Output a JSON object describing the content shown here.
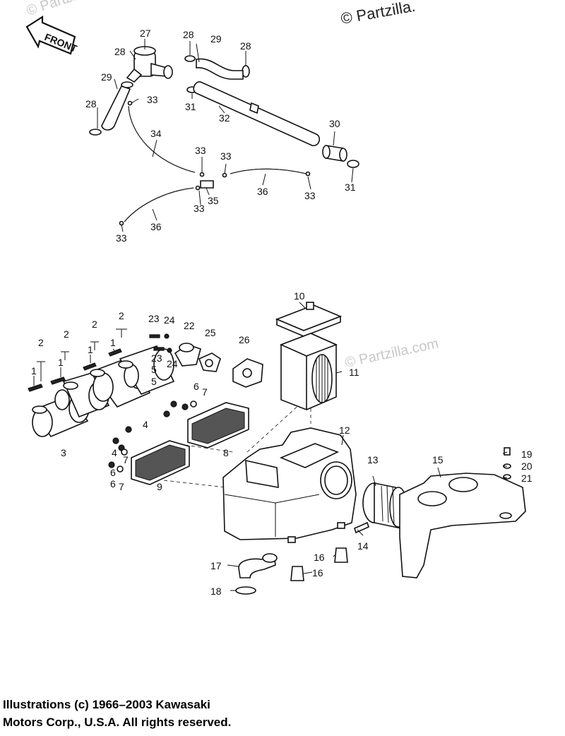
{
  "watermark": {
    "corner": "© Partzilla.",
    "faint_top": "© Partzilla.com",
    "faint_mid": "© Partzilla.com"
  },
  "front_arrow_text": "FRONT",
  "labels": {
    "upper": [
      {
        "id": "l27",
        "text": "27"
      },
      {
        "id": "l28a",
        "text": "28"
      },
      {
        "id": "l28b",
        "text": "28"
      },
      {
        "id": "l29a",
        "text": "29"
      },
      {
        "id": "l28c",
        "text": "28"
      },
      {
        "id": "l29b",
        "text": "29"
      },
      {
        "id": "l33a",
        "text": "33"
      },
      {
        "id": "l28d",
        "text": "28"
      },
      {
        "id": "l31a",
        "text": "31"
      },
      {
        "id": "l32",
        "text": "32"
      },
      {
        "id": "l30",
        "text": "30"
      },
      {
        "id": "l34",
        "text": "34"
      },
      {
        "id": "l33b",
        "text": "33"
      },
      {
        "id": "l33c",
        "text": "33"
      },
      {
        "id": "l35",
        "text": "35"
      },
      {
        "id": "l36a",
        "text": "36"
      },
      {
        "id": "l33d",
        "text": "33"
      },
      {
        "id": "l31b",
        "text": "31"
      },
      {
        "id": "l33e",
        "text": "33"
      },
      {
        "id": "l36b",
        "text": "36"
      },
      {
        "id": "l33f",
        "text": "33"
      }
    ],
    "lower": [
      {
        "id": "m10",
        "text": "10"
      },
      {
        "id": "m11",
        "text": "11"
      },
      {
        "id": "m12",
        "text": "12"
      },
      {
        "id": "m13",
        "text": "13"
      },
      {
        "id": "m14",
        "text": "14"
      },
      {
        "id": "m15",
        "text": "15"
      },
      {
        "id": "m16a",
        "text": "16"
      },
      {
        "id": "m16b",
        "text": "16"
      },
      {
        "id": "m17",
        "text": "17"
      },
      {
        "id": "m18",
        "text": "18"
      },
      {
        "id": "m19",
        "text": "19"
      },
      {
        "id": "m20",
        "text": "20"
      },
      {
        "id": "m21",
        "text": "21"
      },
      {
        "id": "m2a",
        "text": "2"
      },
      {
        "id": "m2b",
        "text": "2"
      },
      {
        "id": "m2c",
        "text": "2"
      },
      {
        "id": "m2d",
        "text": "2"
      },
      {
        "id": "m1a",
        "text": "1"
      },
      {
        "id": "m1b",
        "text": "1"
      },
      {
        "id": "m1c",
        "text": "1"
      },
      {
        "id": "m1d",
        "text": "1"
      },
      {
        "id": "m3",
        "text": "3"
      },
      {
        "id": "m4a",
        "text": "4"
      },
      {
        "id": "m4b",
        "text": "4"
      },
      {
        "id": "m5a",
        "text": "5"
      },
      {
        "id": "m5b",
        "text": "5"
      },
      {
        "id": "m6a",
        "text": "6"
      },
      {
        "id": "m7a",
        "text": "7"
      },
      {
        "id": "m6b",
        "text": "6"
      },
      {
        "id": "m7b",
        "text": "7"
      },
      {
        "id": "m6c",
        "text": "6"
      },
      {
        "id": "m7c",
        "text": "7"
      },
      {
        "id": "m8",
        "text": "8"
      },
      {
        "id": "m9",
        "text": "9"
      },
      {
        "id": "m22",
        "text": "22"
      },
      {
        "id": "m23a",
        "text": "23"
      },
      {
        "id": "m23b",
        "text": "23"
      },
      {
        "id": "m24a",
        "text": "24"
      },
      {
        "id": "m24b",
        "text": "24"
      },
      {
        "id": "m25",
        "text": "25"
      },
      {
        "id": "m26",
        "text": "26"
      }
    ]
  },
  "copyright": {
    "line1": "Illustrations (c) 1966–2003 Kawasaki",
    "line2": "Motors Corp., U.S.A.  All rights reserved."
  }
}
